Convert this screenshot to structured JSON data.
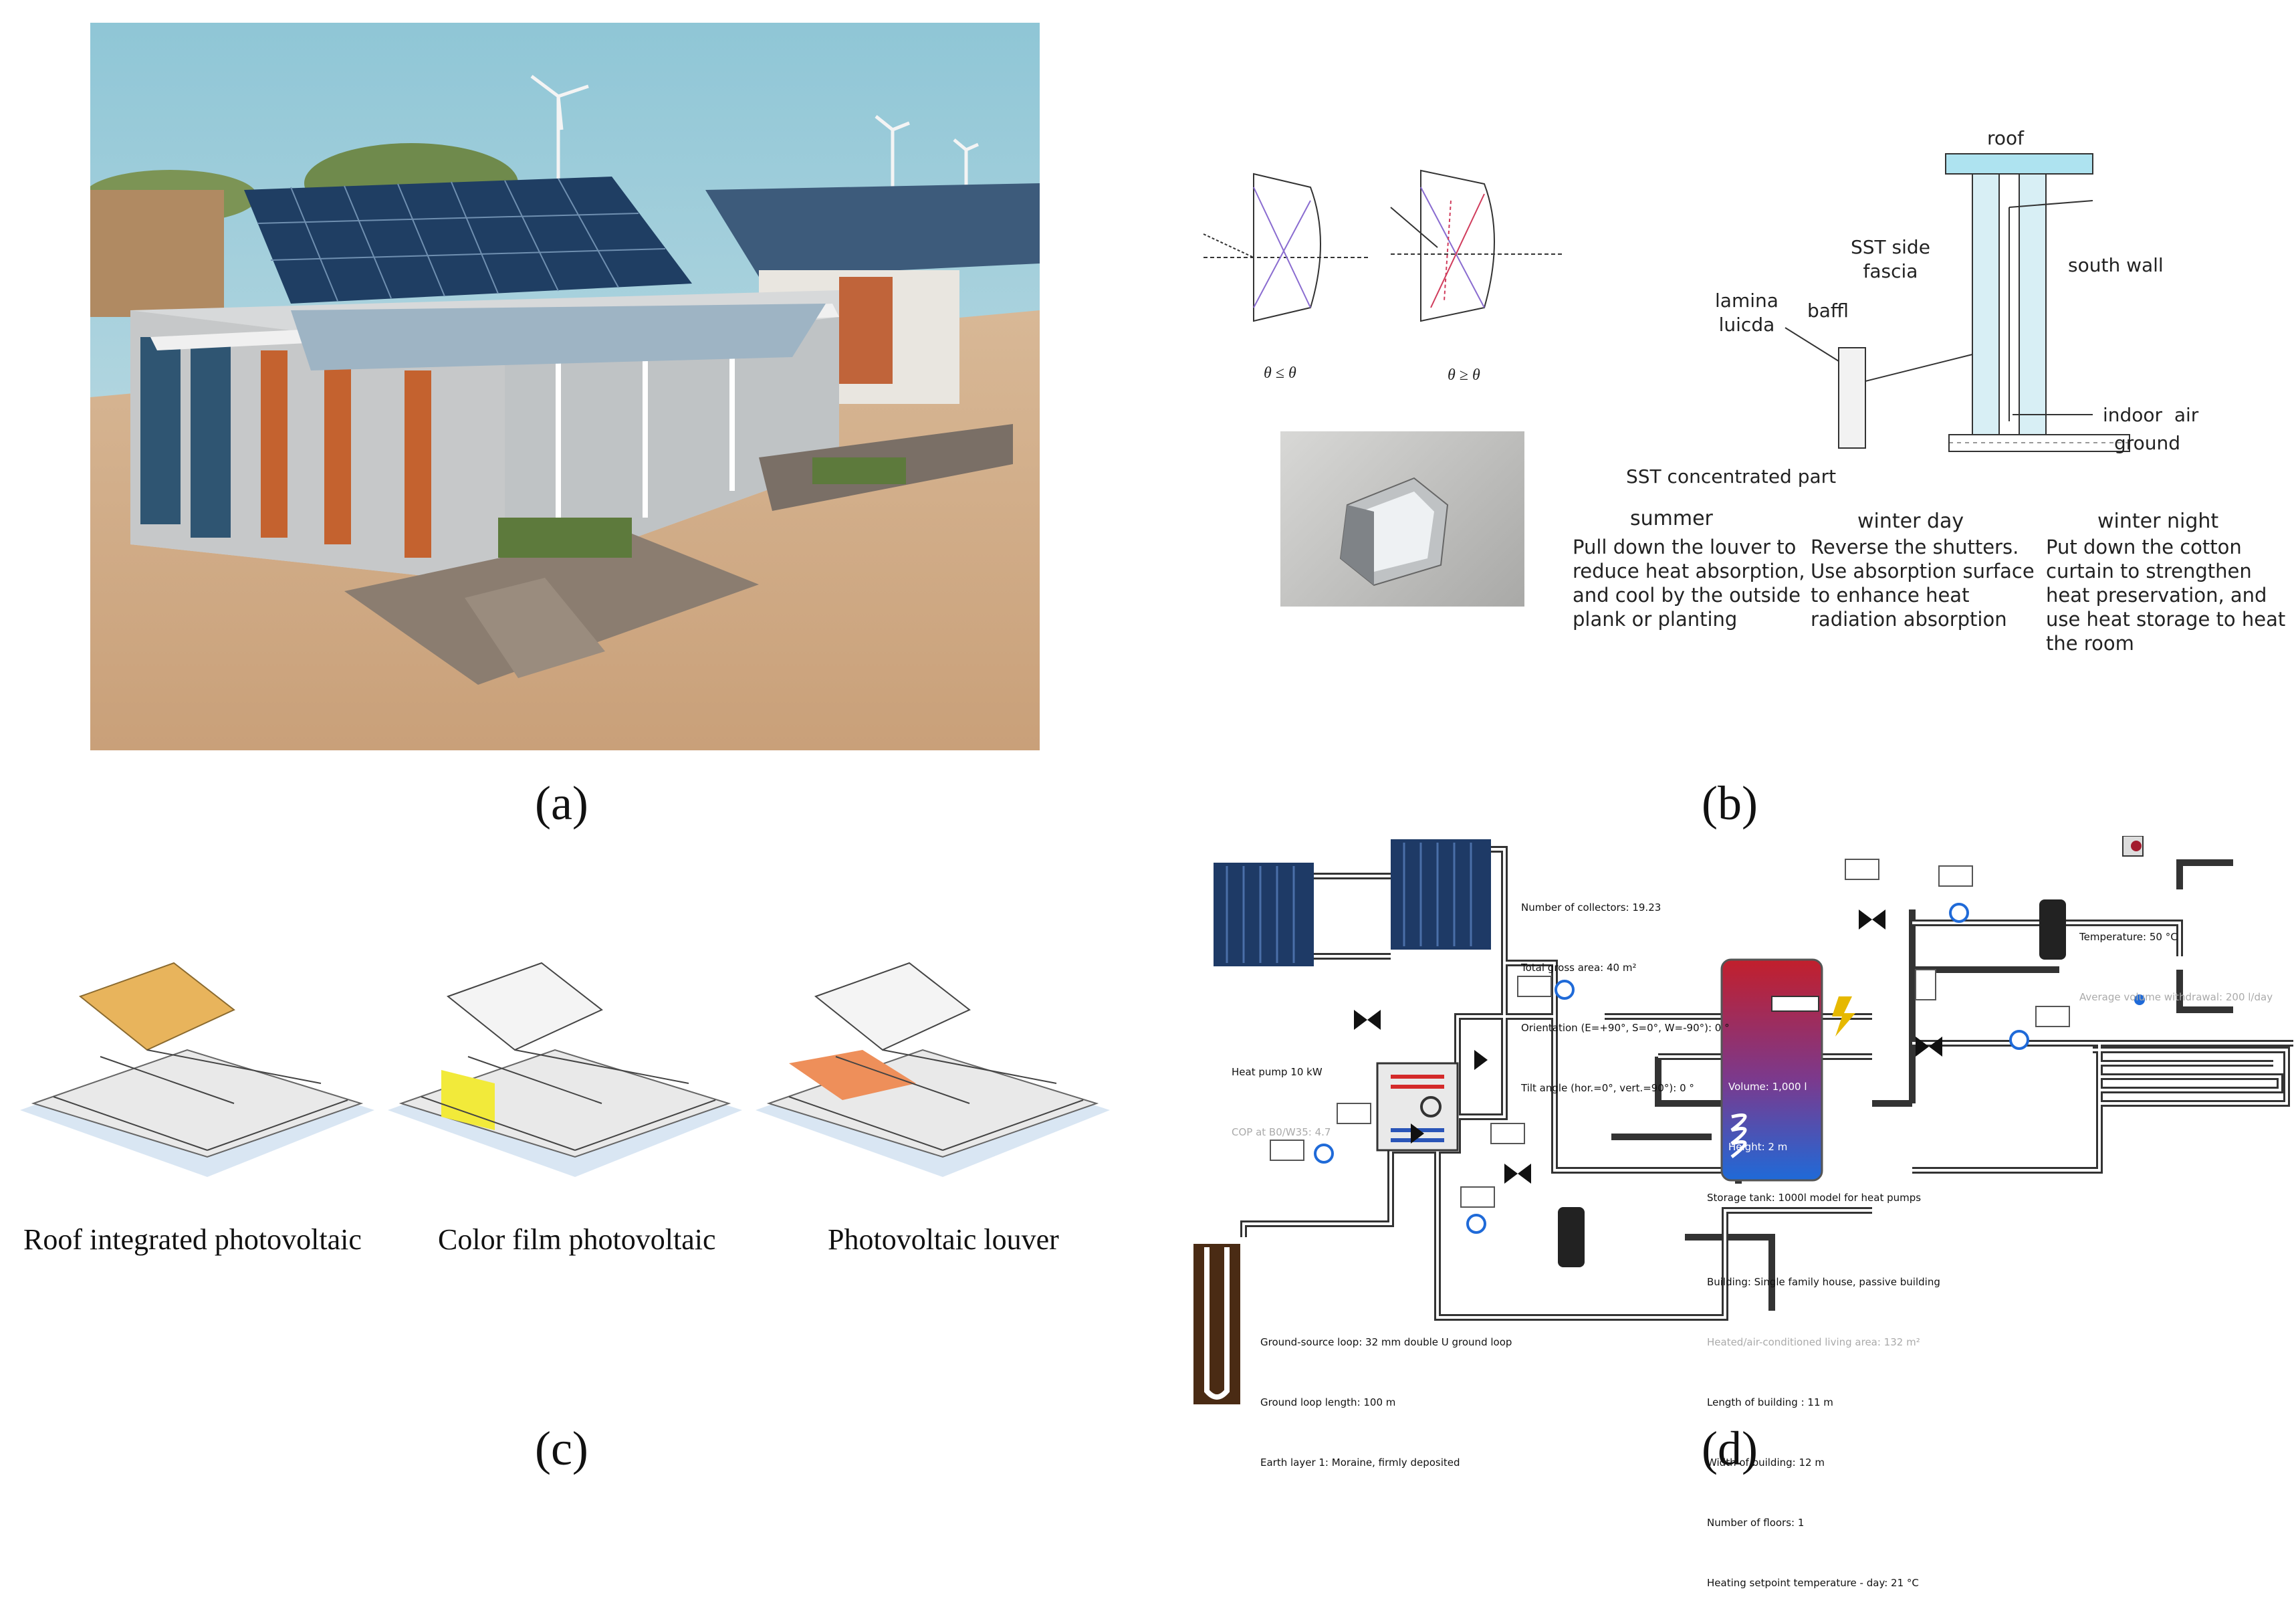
{
  "panels": {
    "a": {
      "label": "(a)"
    },
    "b": {
      "label": "(b)",
      "angles": [
        "θ ≤ θ",
        "θ ≥ θ"
      ],
      "diagram_labels": {
        "roof": "roof",
        "sst_side_fascia": "SST side\nfascia",
        "south_wall": "south wall",
        "lamina_luicda": "lamina\nluicda",
        "baffl": "baffl",
        "indoor_air": "indoor  air",
        "ground": "ground",
        "sst_concentrated": "SST concentrated part"
      },
      "modes": [
        {
          "title": "summer",
          "text": "Pull down the louver to reduce heat absorption, and cool by the outside plank or planting"
        },
        {
          "title": "winter day",
          "text": "Reverse the shutters. Use absorption surface to enhance heat radiation absorption"
        },
        {
          "title": "winter night",
          "text": "Put down the cotton curtain to strengthen heat preservation, and use heat storage to heat the room"
        }
      ]
    },
    "c": {
      "label": "(c)",
      "captions": [
        "Roof integrated photovoltaic",
        "Color film photovoltaic",
        "Photovoltaic louver"
      ],
      "colors": [
        "#e8b45c",
        "#f2ea3a",
        "#ee8f5a"
      ]
    },
    "d": {
      "label": "(d)",
      "collectors": [
        "Number of collectors: 19.23",
        "Total gross area: 40 m²",
        "Orientation (E=+90°, S=0°, W=-90°): 0 °",
        "Tilt angle (hor.=0°, vert.=90°): 0 °"
      ],
      "heat_pump": [
        "Heat pump 10 kW",
        "COP at B0/W35: 4.7"
      ],
      "tank_inside": [
        "Volume: 1,000 l",
        "Height: 2 m"
      ],
      "tank_caption": "Storage tank: 1000l model for heat pumps",
      "dhw": [
        "Temperature: 50 °C",
        "Average volume withdrawal: 200 l/day"
      ],
      "ground_loop": [
        "Ground-source loop: 32 mm double U ground loop",
        "Ground loop length: 100 m",
        "Earth layer 1: Moraine, firmly deposited"
      ],
      "building": [
        "Building: Single family house, passive building",
        "Heated/air-conditioned living area: 132 m²",
        "Length of building : 11 m",
        "Width of building: 12 m",
        "Number of floors: 1",
        "Heating setpoint temperature - day: 21 °C"
      ]
    }
  }
}
